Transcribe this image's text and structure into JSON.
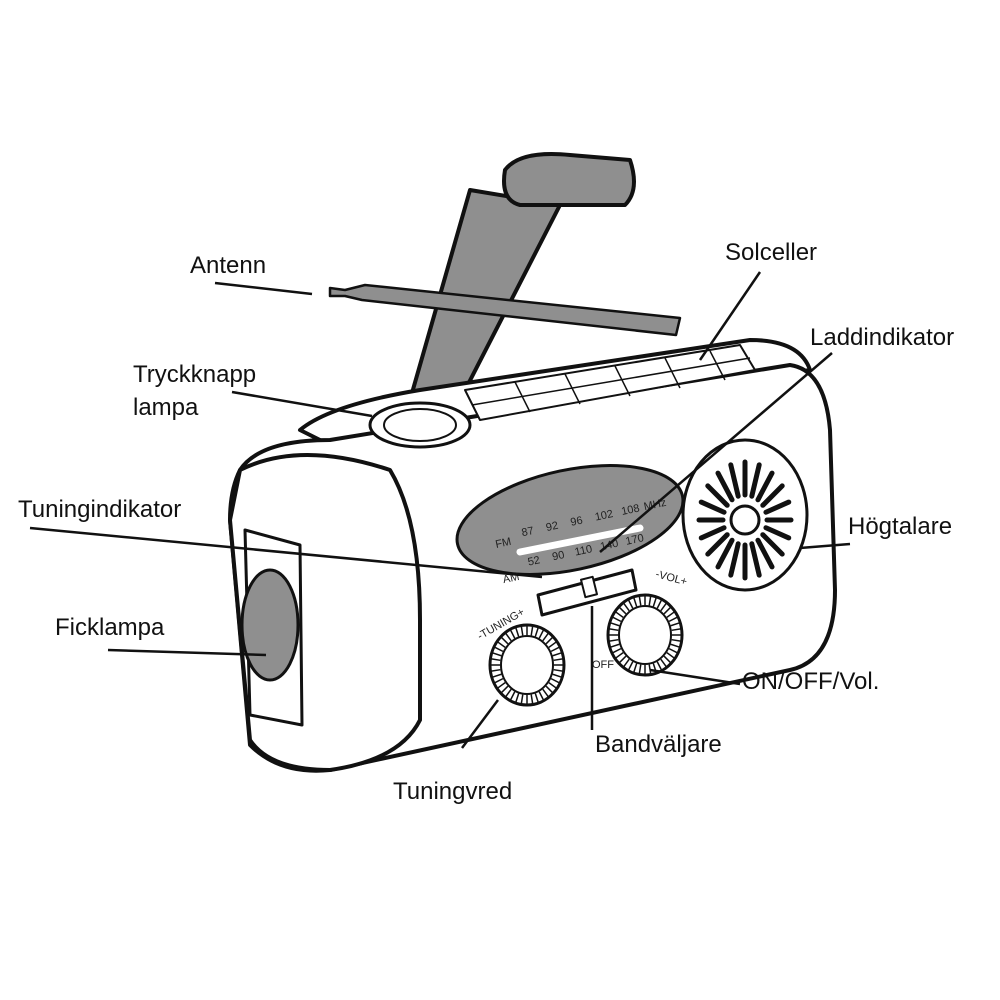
{
  "labels": {
    "antenna": "Antenn",
    "solar": "Solceller",
    "charge_indicator": "Laddindikator",
    "push_button_line1": "Tryckknapp",
    "push_button_line2": "lampa",
    "tuning_indicator": "Tuningindikator",
    "speaker": "Högtalare",
    "flashlight": "Ficklampa",
    "power_volume": "ON/OFF/Vol.",
    "band_selector": "Bandväljare",
    "tuning_knob": "Tuningvred"
  },
  "dial": {
    "fm_label": "FM",
    "am_label": "AM",
    "fm_values": [
      "87",
      "92",
      "96",
      "102",
      "108"
    ],
    "am_values": [
      "52",
      "90",
      "110",
      "140",
      "170"
    ],
    "fm_unit": "MHz",
    "volume_label": "-VOL+",
    "tuning_label": "-TUNING+",
    "off_label": "OFF"
  },
  "colors": {
    "body_gray": "#8f8f8f",
    "line": "#111111"
  }
}
